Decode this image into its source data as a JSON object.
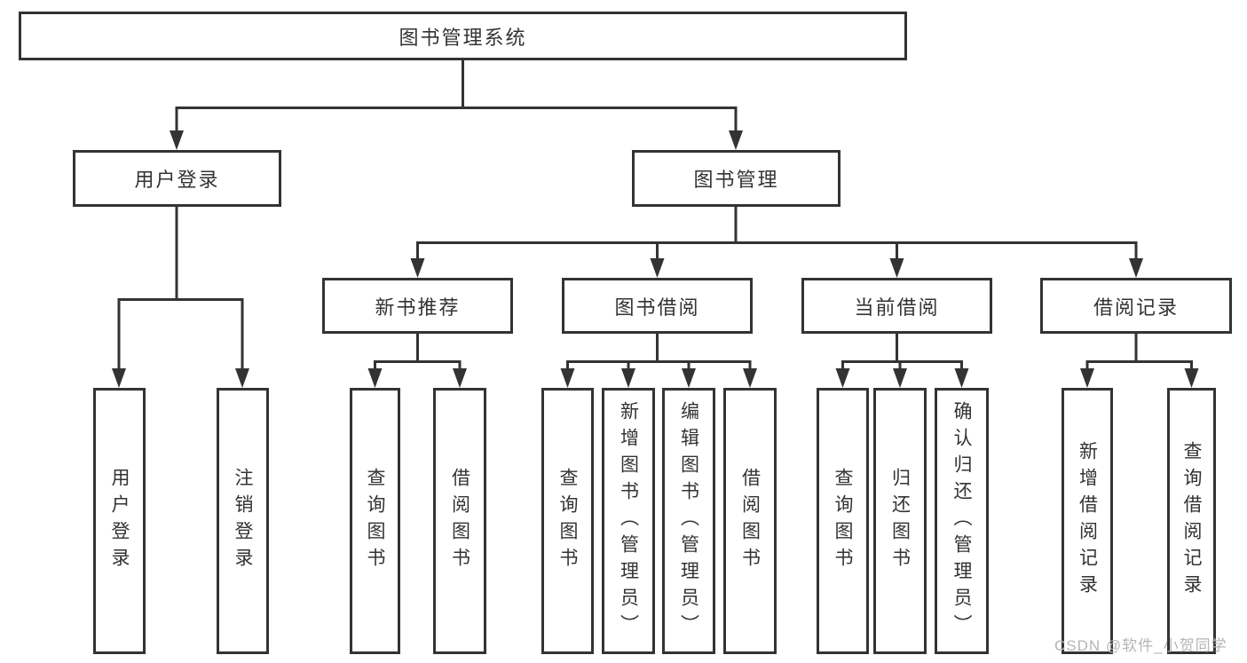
{
  "diagram": {
    "root": {
      "label": "图书管理系统"
    },
    "level2": {
      "user_login": {
        "label": "用户登录"
      },
      "book_management": {
        "label": "图书管理"
      }
    },
    "level3": {
      "new_book_recommend": {
        "label": "新书推荐"
      },
      "book_borrow": {
        "label": "图书借阅"
      },
      "current_borrow": {
        "label": "当前借阅"
      },
      "borrow_records": {
        "label": "借阅记录"
      }
    },
    "leaves": {
      "user_login": {
        "label": "用户登录",
        "parent": "用户登录"
      },
      "logout": {
        "label": "注销登录",
        "parent": "用户登录"
      },
      "query_book_a": {
        "label": "查询图书",
        "parent": "新书推荐"
      },
      "borrow_book_a": {
        "label": "借阅图书",
        "parent": "新书推荐"
      },
      "query_book_b": {
        "label": "查询图书",
        "parent": "图书借阅"
      },
      "add_book": {
        "label": "新增图书（管理员）",
        "parent": "图书借阅"
      },
      "edit_book": {
        "label": "编辑图书（管理员）",
        "parent": "图书借阅"
      },
      "borrow_book_b": {
        "label": "借阅图书",
        "parent": "图书借阅"
      },
      "query_book_c": {
        "label": "查询图书",
        "parent": "当前借阅"
      },
      "return_book": {
        "label": "归还图书",
        "parent": "当前借阅"
      },
      "confirm_return": {
        "label": "确认归还（管理员）",
        "parent": "当前借阅"
      },
      "add_borrow_record": {
        "label": "新增借阅记录",
        "parent": "借阅记录"
      },
      "query_borrow_record": {
        "label": "查询借阅记录",
        "parent": "借阅记录"
      }
    }
  },
  "watermark": {
    "text": "CSDN @软件_小贺同学"
  },
  "colors": {
    "line": "#333333",
    "box_border": "#333333",
    "text": "#333333",
    "watermark": "#b5b5b5",
    "background": "#ffffff"
  }
}
